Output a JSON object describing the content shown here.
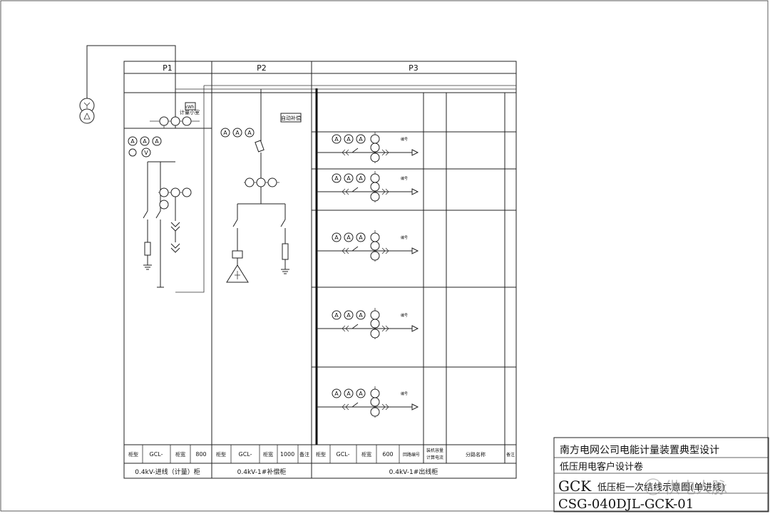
{
  "panels": {
    "p1": "P1",
    "p2": "P2",
    "p3": "P3"
  },
  "labels": {
    "metering_room": "计量小室",
    "auto_comp": "自动补偿",
    "mark_a": "A",
    "mark_v": "V",
    "meter_tag": "kWh",
    "branch_tag": "编号"
  },
  "footer": {
    "type_label": "柜型",
    "model_value": "GCL-",
    "width_label": "柜宽",
    "p1_width": "800",
    "p2_width": "1000",
    "note_label": "备注",
    "p3_width": "600",
    "circuit_no": "回路编号",
    "install_cap": "装机容量",
    "calc_current": "计算电流",
    "branch_name": "分路名称",
    "remark": "备注",
    "p1_name": "0.4kV-进线（计量）柜",
    "p2_name": "0.4kV-1#补偿柜",
    "p3_name": "0.4kV-1#出线柜"
  },
  "title_block": {
    "line1": "南方电网公司电能计量装置典型设计",
    "line2": "低压用电客户设计卷",
    "line3_big": "GCK",
    "line3_small": "低压柜一次结线示意图(单进线)",
    "line4": "CSG-040DJL-GCK-01",
    "watermark": "供电人脉"
  }
}
